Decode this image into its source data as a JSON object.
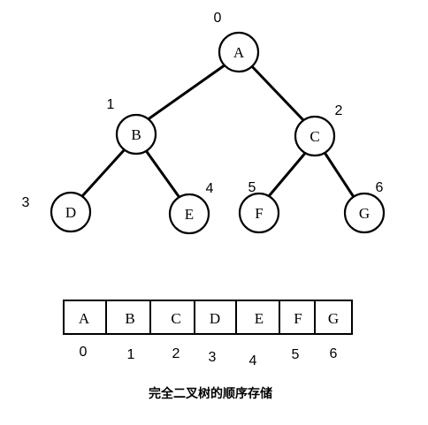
{
  "tree": {
    "nodes": [
      {
        "label": "A",
        "index": "0"
      },
      {
        "label": "B",
        "index": "1"
      },
      {
        "label": "C",
        "index": "2"
      },
      {
        "label": "D",
        "index": "3"
      },
      {
        "label": "E",
        "index": "4"
      },
      {
        "label": "F",
        "index": "5"
      },
      {
        "label": "G",
        "index": "6"
      }
    ],
    "edges": [
      [
        "A",
        "B"
      ],
      [
        "A",
        "C"
      ],
      [
        "B",
        "D"
      ],
      [
        "B",
        "E"
      ],
      [
        "C",
        "F"
      ],
      [
        "C",
        "G"
      ]
    ]
  },
  "array": {
    "cells": [
      "A",
      "B",
      "C",
      "D",
      "E",
      "F",
      "G"
    ],
    "indices": [
      "0",
      "1",
      "2",
      "3",
      "4",
      "5",
      "6"
    ]
  },
  "caption": "完全二叉树的顺序存储"
}
